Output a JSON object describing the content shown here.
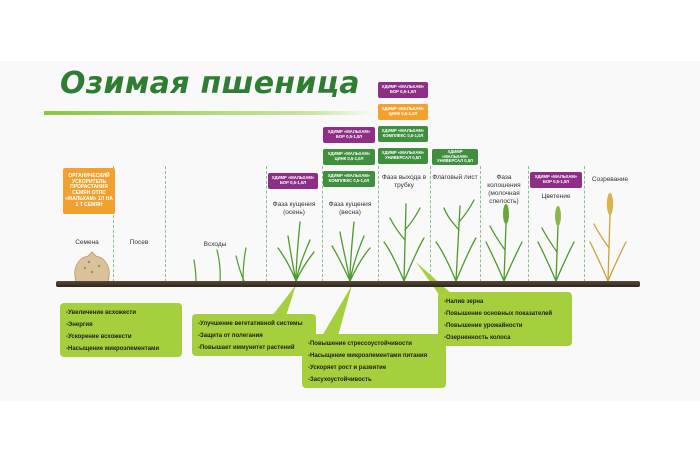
{
  "title": "Озимая пшеница",
  "stages": [
    {
      "name": "Семена"
    },
    {
      "name": "Посев"
    },
    {
      "name": "Всходы"
    },
    {
      "name": "Фаза кущения (осень)"
    },
    {
      "name": "Фаза кущения (весна)"
    },
    {
      "name": "Фаза выхода в трубку"
    },
    {
      "name": "Флаговый лист"
    },
    {
      "name": "Фаза колошения (молочная спелость)"
    },
    {
      "name": "Цветение"
    },
    {
      "name": "Созревание"
    }
  ],
  "products": {
    "seeds": "ОРГАНИЧЕСКИЙ УСКОРИТЕЛЬ ПРОРАСТАНИЯ СЕМЯН ОТПС «МАЛЬХАМ» 1Л НА 1 Т СЕМЯН",
    "tillering_autumn": "ХДИМР «МАЛЬХАМ» БОР 0,5-1,0Л",
    "tillering_spring_1": "ХДИМР «МАЛЬХАМ» БОР 0,5-1,0Л",
    "tillering_spring_2": "ХДИМР «МАЛЬХАМ» ЦИНК 0,5-1,0Л",
    "tillering_spring_3": "ХДИМР «МАЛЬХАМ» КОМПЛЕКС 0,5-1,0Л",
    "tube_1": "ХДИМР «МАЛЬХАМ» БОР 0,5-1,0Л",
    "tube_2": "ХДИМР «МАЛЬХАМ» ЦИНК 0,5-1,0Л",
    "tube_3": "ХДИМР «МАЛЬХАМ» КОМПЛЕКС 0,5-1,0Л",
    "tube_4": "ХДИМР «МАЛЬХАМ» УНИВЕРСАЛ 0,5Л",
    "flag_leaf": "ХДИМР «МАЛЬХАМ» УНИВЕРСАЛ 0,5Л",
    "flowering": "ХДИМР «МАЛЬХАМ» БОР 0,5-1,0Л"
  },
  "benefits": {
    "seeds": [
      "-Увеличение всхожести",
      "-Энергия",
      "-Ускорение всхожести",
      "-Насыщение   микроэлементами"
    ],
    "shoots": [
      "-Улучшение вегетативной системы",
      "-Защита от полегания",
      "-Повышает иммунитет растений"
    ],
    "tillering": [
      "-Повышение стрессоустойчивости",
      "-Насыщение микроэлементами питания",
      "-Ускоряет рост и развитие",
      "-Засухоустойчивость"
    ],
    "heading": [
      "-Налив зерна",
      "-Повышение основных показателей",
      "-Повышение урожайности",
      "-Озерненность колоса"
    ]
  },
  "colors": {
    "title": "#2e7d32",
    "box": "#a6cf3d",
    "purple": "#8e2f86",
    "green": "#3f8f3f",
    "orange": "#f2a12e"
  }
}
